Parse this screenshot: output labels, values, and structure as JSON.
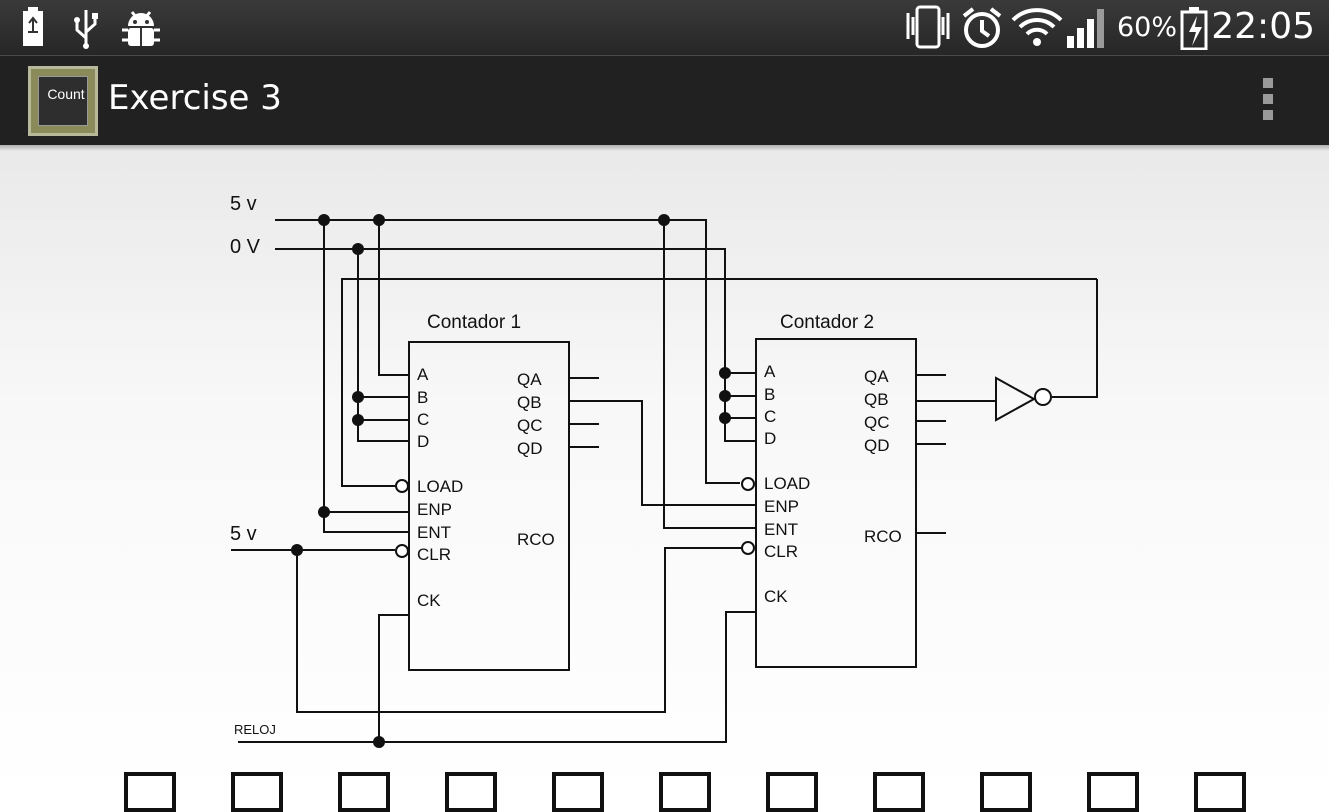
{
  "status_bar": {
    "left_icons": [
      "battery-charging-icon",
      "usb-icon",
      "android-debug-icon"
    ],
    "right_icons": [
      "vibrate-icon",
      "alarm-icon",
      "wifi-icon",
      "signal-icon",
      "battery-icon"
    ],
    "battery_percent": "60%",
    "time": "22:05"
  },
  "action_bar": {
    "app_icon_label": "Count",
    "title": "Exercise 3",
    "overflow_icon": "overflow-menu-icon"
  },
  "circuit": {
    "supply_top": "5 v",
    "ground": "0 V",
    "supply_clr": "5 v",
    "clock": "RELOJ",
    "counter1": {
      "title": "Contador 1",
      "inputs": [
        "A",
        "B",
        "C",
        "D"
      ],
      "outputs": [
        "QA",
        "QB",
        "QC",
        "QD"
      ],
      "controls": [
        "LOAD",
        "ENP",
        "ENT",
        "CLR"
      ],
      "rco": "RCO",
      "ck": "CK"
    },
    "counter2": {
      "title": "Contador 2",
      "inputs": [
        "A",
        "B",
        "C",
        "D"
      ],
      "outputs": [
        "QA",
        "QB",
        "QC",
        "QD"
      ],
      "controls": [
        "LOAD",
        "ENP",
        "ENT",
        "CLR"
      ],
      "rco": "RCO",
      "ck": "CK"
    }
  },
  "answer_boxes": [
    "",
    "",
    "",
    "",
    "",
    "",
    "",
    "",
    "",
    "",
    ""
  ],
  "colors": {
    "status_bg": "#2f2f2f",
    "action_bg": "#212121",
    "line": "#111111"
  }
}
